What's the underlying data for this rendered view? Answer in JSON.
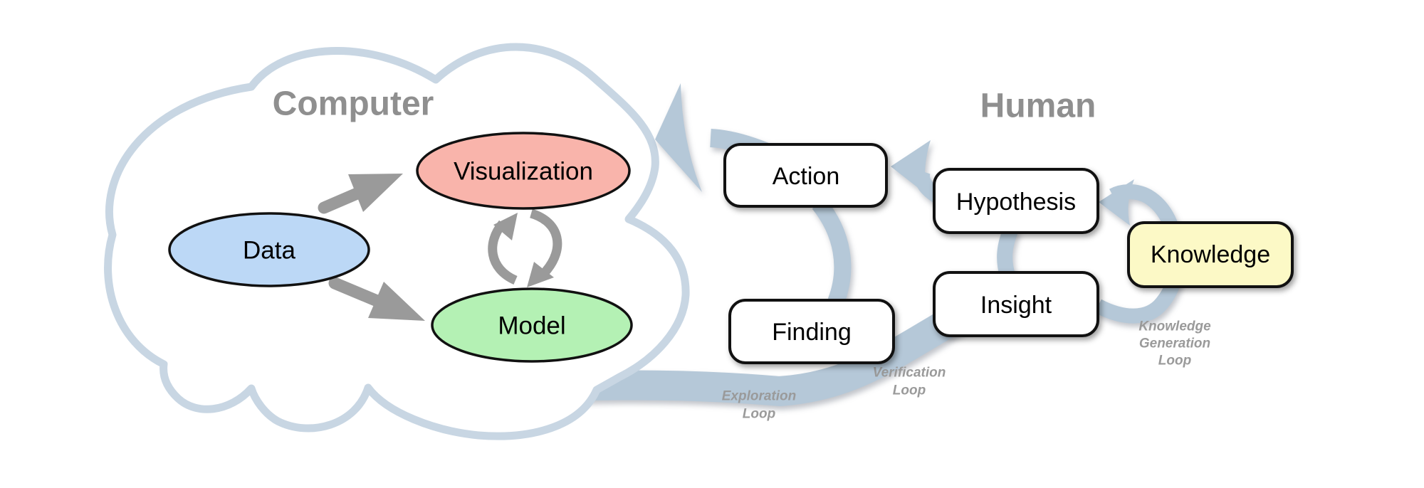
{
  "diagram": {
    "title_computer": "Computer",
    "title_human": "Human",
    "computer_nodes": [
      {
        "label": "Data",
        "fill": "#bcd8f6"
      },
      {
        "label": "Visualization",
        "fill": "#f9b4ab"
      },
      {
        "label": "Model",
        "fill": "#b4f1b4"
      }
    ],
    "human_nodes": [
      {
        "label": "Action",
        "fill": "#ffffff"
      },
      {
        "label": "Finding",
        "fill": "#ffffff"
      },
      {
        "label": "Hypothesis",
        "fill": "#ffffff"
      },
      {
        "label": "Insight",
        "fill": "#ffffff"
      },
      {
        "label": "Knowledge",
        "fill": "#fcf9c6"
      }
    ],
    "loop_labels": {
      "exploration": [
        "Exploration",
        "Loop"
      ],
      "verification": [
        "Verification",
        "Loop"
      ],
      "knowledge_generation": [
        "Knowledge",
        "Generation",
        "Loop"
      ]
    },
    "colors": {
      "loop_band": "#b5c8d8",
      "cloud_stroke": "#c8d6e3",
      "arrow_gray": "#9a9a9a",
      "section_label_gray": "#8f8f8f",
      "loop_label_gray": "#9a9a9a",
      "node_border": "#111111",
      "background": "#ffffff"
    }
  }
}
